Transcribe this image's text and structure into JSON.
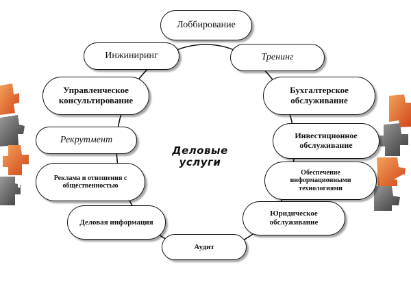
{
  "center": {
    "line1": "Деловые",
    "line2": "услуги"
  },
  "nodes": {
    "lobbying": "Лоббирование",
    "engineering": "Инжиниринг",
    "training": "Тренинг",
    "management_consulting": "Управленческое консультирование",
    "accounting": "Бухгалтерское обслуживание",
    "recruitment": "Рекрутмент",
    "investment": "Инвестиционное обслуживание",
    "pr": "Реклама и отношения с общественностью",
    "it": "Обеспечение информационными технологиями",
    "business_info": "Деловая информация",
    "legal": "Юридическое обслуживание",
    "audit": "Аудит"
  }
}
